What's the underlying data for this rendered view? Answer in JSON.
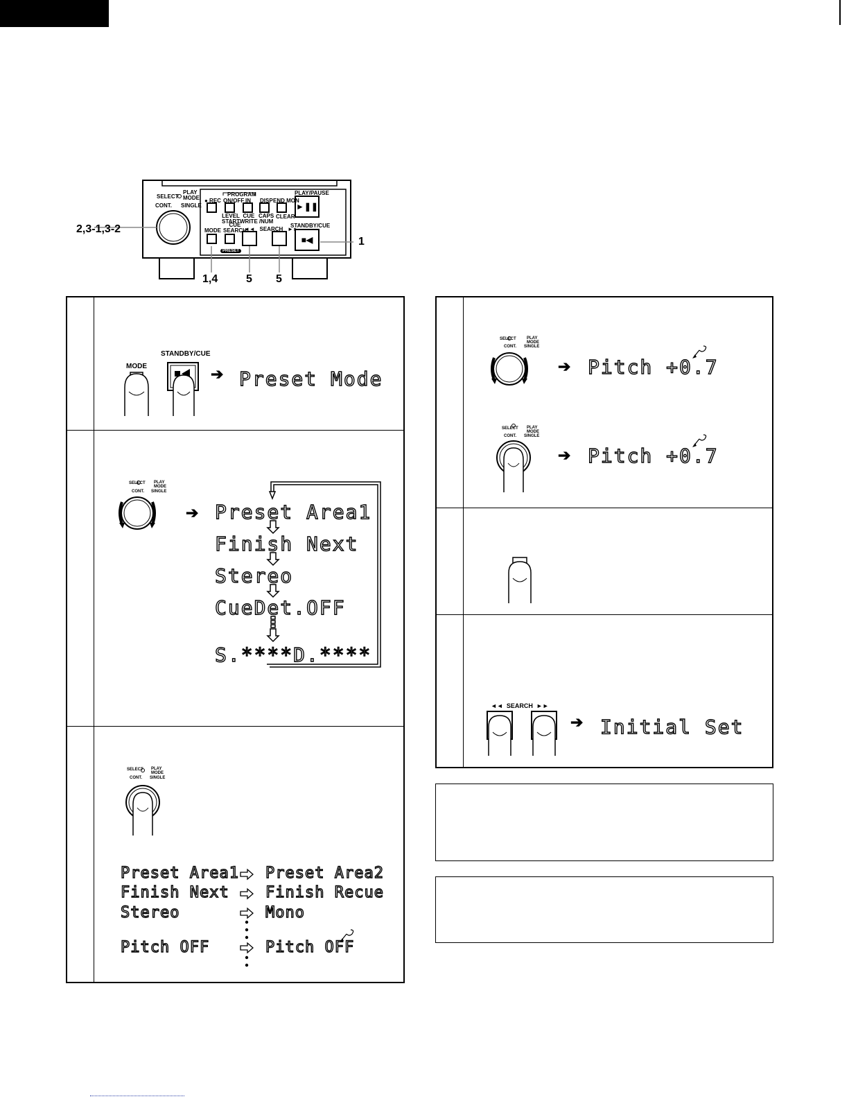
{
  "corner_tab": "",
  "device": {
    "select_label": "SELECT",
    "play_mode_label": "PLAY\nMODE",
    "cont_label": "CONT.",
    "single_label": "SINGLE",
    "program_label": "PROGRAM",
    "rec_label": "● REC",
    "onoff_label": "ON/OFF",
    "in_label": "IN",
    "disp_label": "DISP",
    "endmon_label": "END MON",
    "playpause_label": "PLAY/PAUSE",
    "level_start_label": "LEVEL\nSTART",
    "cue_write_label": "CUE\nWRITE",
    "caps_num_label": "CAPS\n/NUM",
    "clear_label": "CLEAR",
    "mode_label": "MODE",
    "cue_search_label": "CUE\nSEARCH",
    "search_label": "◄◄   SEARCH   ►►",
    "standby_label": "STANDBY/CUE",
    "preset_label": "PRESET",
    "callout_knob": "2,3-1,3-2",
    "callout_standby": "1",
    "callout_mode": "1,4",
    "callout_rew": "5",
    "callout_ff": "5"
  },
  "step1": {
    "mode_label": "MODE",
    "standby_label": "STANDBY/CUE",
    "display": "Preset Mode"
  },
  "step2": {
    "select_label": "SELECT",
    "play_mode_label": "PLAY\nMODE",
    "cont_label": "CONT.",
    "single_label": "SINGLE",
    "menu": [
      "Preset Area1",
      "Finish Next",
      "Stereo",
      "CueDet.OFF",
      "S.****D.****"
    ]
  },
  "step3": {
    "select_label": "SELECT",
    "play_mode_label": "PLAY\nMODE",
    "cont_label": "CONT.",
    "single_label": "SINGLE",
    "rows": [
      {
        "from": "Preset Area1",
        "to": "Preset Area2"
      },
      {
        "from": "Finish Next",
        "to": "Finish Recue"
      },
      {
        "from": "Stereo",
        "to": "Mono"
      },
      {
        "from": "Pitch OFF",
        "to": "Pitch OFF"
      }
    ]
  },
  "step_pitch": {
    "select_label": "SELECT",
    "play_mode_label": "PLAY\nMODE",
    "cont_label": "CONT.",
    "single_label": "SINGLE",
    "display_turn": "Pitch +0.7",
    "display_press": "Pitch +0.7"
  },
  "step5": {
    "search_label": "◄◄  SEARCH  ►►",
    "display": "Initial Set"
  }
}
